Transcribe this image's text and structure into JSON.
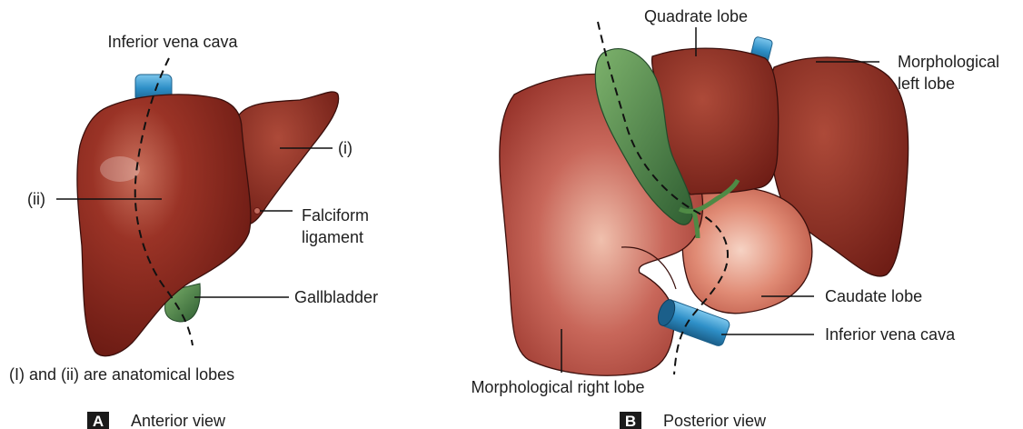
{
  "panel_a": {
    "letter": "A",
    "caption": "Anterior view",
    "labels": {
      "ivc": "Inferior vena cava",
      "lobe_i": "(i)",
      "lobe_ii": "(ii)",
      "falciform_line1": "Falciform",
      "falciform_line2": "ligament",
      "gallbladder": "Gallbladder",
      "note": "(I) and (ii) are anatomical lobes"
    }
  },
  "panel_b": {
    "letter": "B",
    "caption": "Posterior view",
    "labels": {
      "quadrate": "Quadrate lobe",
      "left_lobe_line1": "Morphological",
      "left_lobe_line2": "left lobe",
      "caudate": "Caudate lobe",
      "ivc": "Inferior vena cava",
      "right_lobe": "Morphological right lobe"
    }
  },
  "colors": {
    "liver": "#8e2a20",
    "liver_dark": "#5e140f",
    "liver_highlight": "#e7a08c",
    "gallbladder": "#4f8a45",
    "gallbladder_dark": "#2f5e32",
    "ivc": "#2e8fc7",
    "ivc_dark": "#1b5f8a",
    "panel_badge": "#1a1a1a"
  }
}
